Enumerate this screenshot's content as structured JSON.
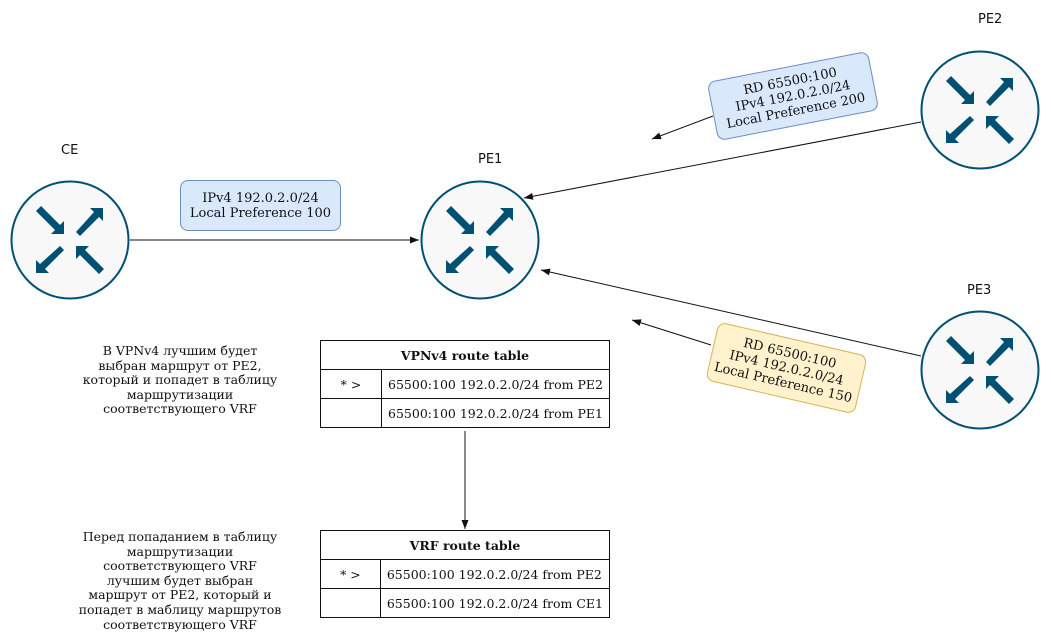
{
  "routers": {
    "ce": {
      "label": "CE"
    },
    "pe1": {
      "label": "PE1"
    },
    "pe2": {
      "label": "PE2"
    },
    "pe3": {
      "label": "PE3"
    }
  },
  "bubbles": {
    "ce_route": {
      "lines": [
        "IPv4 192.0.2.0/24",
        "Local Preference 100"
      ]
    },
    "pe2_route": {
      "lines": [
        "RD 65500:100",
        "IPv4 192.0.2.0/24",
        "Local Preference 200"
      ]
    },
    "pe3_route": {
      "lines": [
        "RD 65500:100",
        "IPv4 192.0.2.0/24",
        "Local Preference 150"
      ]
    }
  },
  "notes": {
    "vpnv4": {
      "lines": [
        "В VPNv4 лучшим будет",
        "выбран маршрут от PE2,",
        "который и попадет в таблицу",
        "маршрутизации",
        "соответствующего VRF"
      ]
    },
    "vrf": {
      "lines": [
        "Перед попаданием в таблицу",
        "маршрутизации",
        "соответствующего VRF",
        "лучшим будет выбран",
        "маршрут от PE2, который и",
        "попадет в маблицу маршрутов",
        "соответствующего VRF"
      ]
    }
  },
  "tables": {
    "vpnv4": {
      "title": "VPNv4 route table",
      "rows": [
        {
          "flag": "* >",
          "route": "65500:100 192.0.2.0/24 from  PE2"
        },
        {
          "flag": "",
          "route": "65500:100 192.0.2.0/24 from  PE1"
        }
      ]
    },
    "vrf": {
      "title": "VRF route  table",
      "rows": [
        {
          "flag": "* >",
          "route": "65500:100 192.0.2.0/24 from  PE2"
        },
        {
          "flag": "",
          "route": "65500:100 192.0.2.0/24 from  CE1"
        }
      ]
    }
  },
  "colors": {
    "router_arrow": "#005073",
    "router_stroke": "#005073",
    "router_fill": "#f8f8f8",
    "bubble_blue": "#dae8fc",
    "bubble_yellow": "#fff2cc"
  }
}
